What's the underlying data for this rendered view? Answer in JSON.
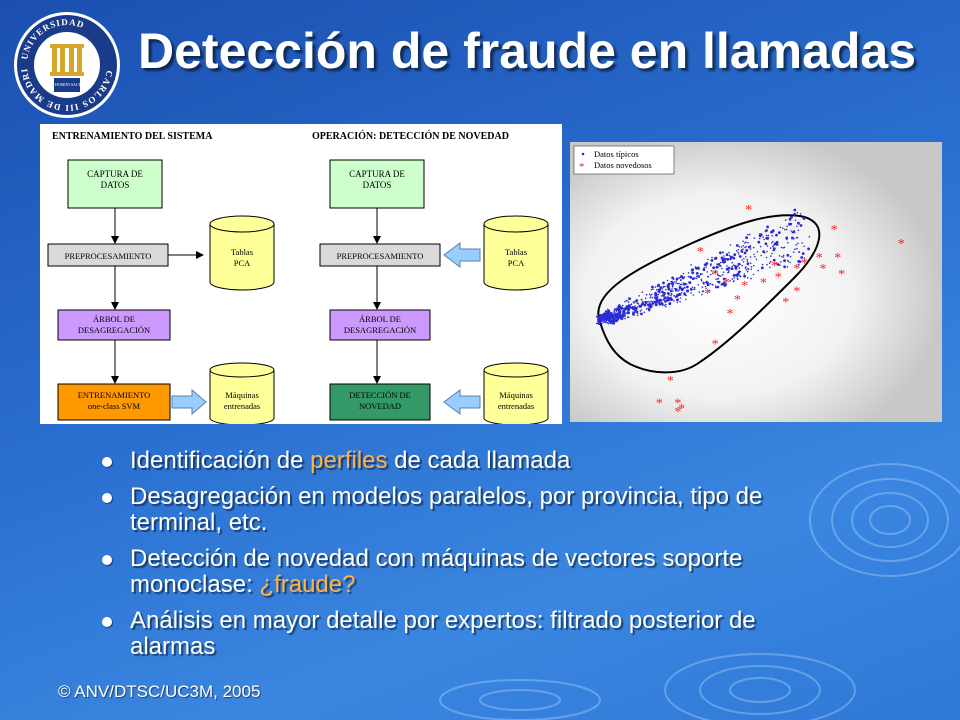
{
  "slide": {
    "title": "Detección de fraude en llamadas",
    "footer": "© ANV/DTSC/UC3M, 2005"
  },
  "logo": {
    "ring_text_top": "UNIVERSIDAD",
    "ring_text_bottom": "CARLOS III DE MADRID",
    "ring_text_left": "UNIVERSIDAD",
    "motto": "HOMO HOMINI SACRA RES"
  },
  "diagram": {
    "training": {
      "heading": "ENTRENAMIENTO DEL SISTEMA",
      "capture": [
        "CAPTURA DE",
        "DATOS"
      ],
      "preprocess": "PREPROCESAMIENTO",
      "tree": [
        "ÁRBOL DE",
        "DESAGREGACIÓN"
      ],
      "train": [
        "ENTRENAMIENTO",
        "one-class SVM"
      ],
      "pca": [
        "Tablas",
        "PCA"
      ],
      "machines": [
        "Máquinas",
        "entrenadas"
      ]
    },
    "operation": {
      "heading": "OPERACIÓN: DETECCIÓN DE NOVEDAD",
      "capture": [
        "CAPTURA DE",
        "DATOS"
      ],
      "preprocess": "PREPROCESAMIENTO",
      "tree": [
        "ÁRBOL DE",
        "DESAGREGACIÓN"
      ],
      "detect": [
        "DETECCIÓN DE",
        "NOVEDAD"
      ],
      "pca": [
        "Tablas",
        "PCA"
      ],
      "machines": [
        "Máquinas",
        "entrenadas"
      ]
    },
    "colors": {
      "capture": "#ccffcc",
      "preprocess": "#d9d9d9",
      "tree": "#cc99ff",
      "train": "#ff9900",
      "detect": "#339966",
      "cylinder": "#ffff99",
      "arrow": "#99ccff"
    }
  },
  "chart_data": {
    "type": "scatter",
    "legend": {
      "placement": "top-left",
      "entries": [
        "Datos típicos",
        "Datos novedosos"
      ]
    },
    "series": [
      {
        "name": "Datos típicos",
        "color": "#2b2bd6",
        "marker": "dot"
      },
      {
        "name": "Datos novedosos",
        "color": "#ff2020",
        "marker": "asterisk",
        "points": [
          [
            0.48,
            0.24
          ],
          [
            0.71,
            0.31
          ],
          [
            0.89,
            0.36
          ],
          [
            0.35,
            0.39
          ],
          [
            0.39,
            0.47
          ],
          [
            0.52,
            0.5
          ],
          [
            0.56,
            0.48
          ],
          [
            0.61,
            0.45
          ],
          [
            0.63,
            0.43
          ],
          [
            0.67,
            0.41
          ],
          [
            0.72,
            0.41
          ],
          [
            0.68,
            0.45
          ],
          [
            0.73,
            0.47
          ],
          [
            0.55,
            0.44
          ],
          [
            0.47,
            0.51
          ],
          [
            0.42,
            0.5
          ],
          [
            0.45,
            0.56
          ],
          [
            0.61,
            0.53
          ],
          [
            0.58,
            0.57
          ],
          [
            0.37,
            0.54
          ],
          [
            0.43,
            0.61
          ],
          [
            0.39,
            0.72
          ],
          [
            0.27,
            0.85
          ],
          [
            0.24,
            0.93
          ],
          [
            0.29,
            0.93
          ],
          [
            0.3,
            0.95
          ],
          [
            0.29,
            0.96
          ]
        ]
      }
    ],
    "grid": false,
    "decision_boundary": true
  },
  "bullets": [
    {
      "before": "Identificación de ",
      "highlight": "perfiles",
      "after": " de cada llamada"
    },
    {
      "before": "Desagregación en modelos paralelos, por provincia, tipo de terminal, etc.",
      "highlight": "",
      "after": ""
    },
    {
      "before": "Detección de novedad con máquinas de vectores soporte monoclase: ",
      "highlight": "¿fraude?",
      "after": ""
    },
    {
      "before": "Análisis en mayor detalle por expertos: filtrado posterior de alarmas",
      "highlight": "",
      "after": ""
    }
  ]
}
